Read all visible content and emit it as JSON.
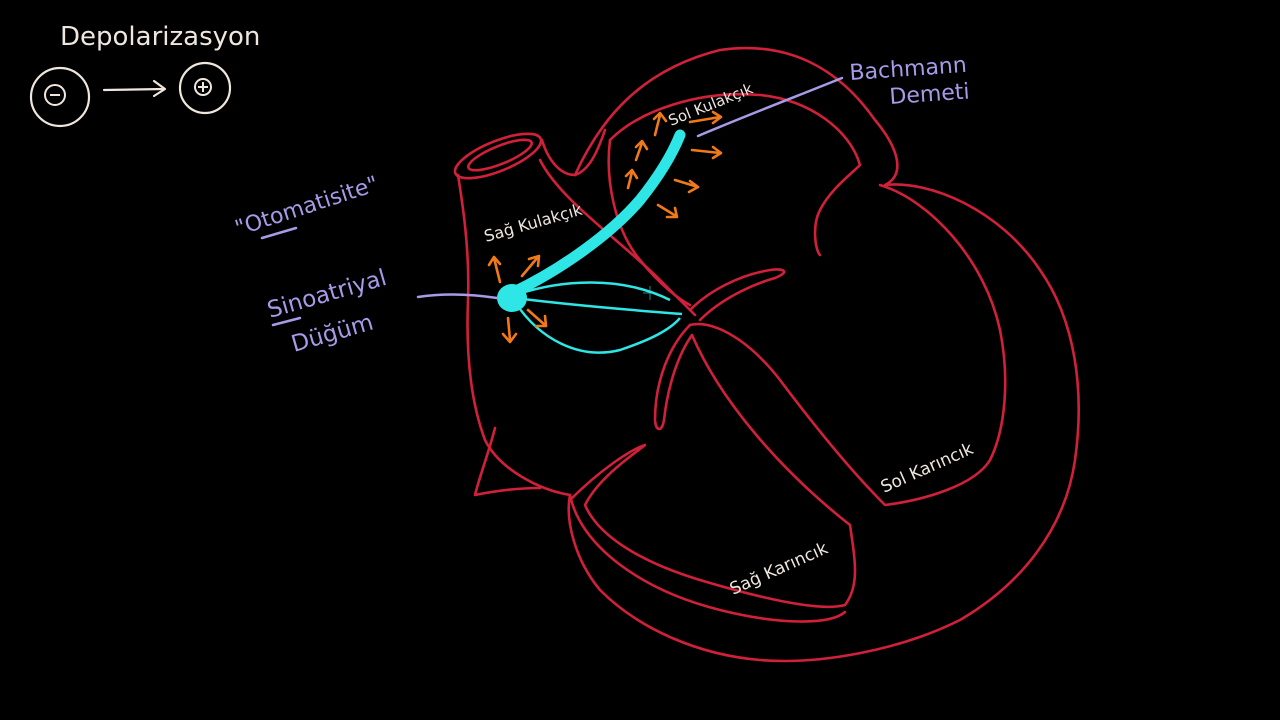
{
  "depolarization": {
    "title": "Depolarizasyon",
    "minus_sign": "⊖",
    "plus_sign": "⊕"
  },
  "labels": {
    "automaticity": "\"Otomatisite\"",
    "sa_node_line1": "Sinoatriyal",
    "sa_node_line2": "Düğüm",
    "right_atrium": "Sağ Kulakçık",
    "left_atrium": "Sol Kulakçık",
    "bachmann_line1": "Bachmann",
    "bachmann_line2": "Demeti",
    "right_ventricle": "Sağ Karıncık",
    "left_ventricle": "Sol Karıncık"
  },
  "colors": {
    "background": "#000000",
    "heart_outline": "#d0203a",
    "conduction_path": "#2ee6e6",
    "signal_arrows": "#f07a18",
    "annotation": "#a79ae6",
    "text": "#efe6de"
  }
}
